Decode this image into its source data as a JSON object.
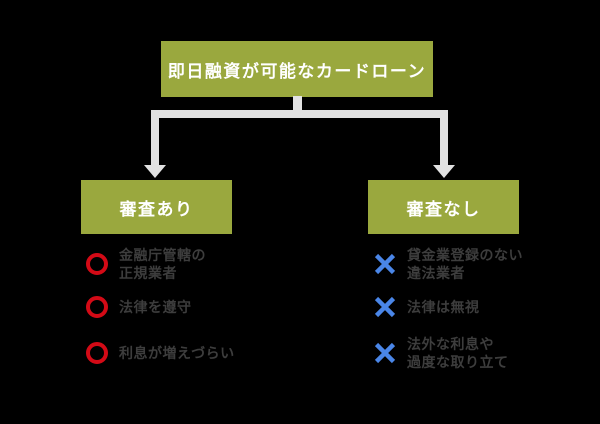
{
  "colors": {
    "background": "#000000",
    "box": "#9aa83e",
    "box_text": "#ffffff",
    "connector": "#e2e2e2",
    "circle": "#d30a16",
    "cross": "#4a86e8",
    "item_text": "#3d3d3d"
  },
  "root_box": {
    "label": "即日融資が可能なカードローン"
  },
  "branches": [
    {
      "label": "審査あり",
      "icon": "circle-icon",
      "items": [
        {
          "lines": [
            "金融庁管轄の",
            "正規業者"
          ]
        },
        {
          "lines": [
            "法律を遵守"
          ]
        },
        {
          "lines": [
            "利息が増えづらい"
          ]
        }
      ]
    },
    {
      "label": "審査なし",
      "icon": "cross-icon",
      "items": [
        {
          "lines": [
            "貸金業登録のない",
            "違法業者"
          ]
        },
        {
          "lines": [
            "法律は無視"
          ]
        },
        {
          "lines": [
            "法外な利息や",
            "過度な取り立て"
          ]
        }
      ]
    }
  ]
}
